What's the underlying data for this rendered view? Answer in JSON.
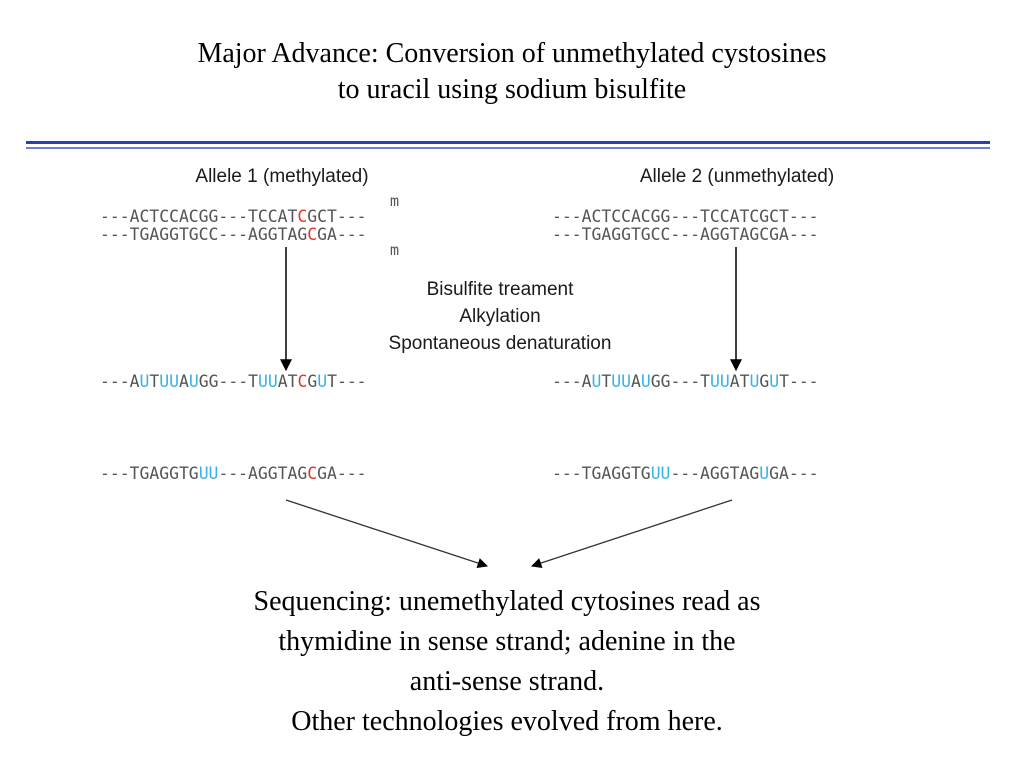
{
  "title": {
    "line1": "Major Advance:  Conversion of unmethylated cystosines",
    "line2": "to uracil using sodium bisulfite"
  },
  "allele1": {
    "heading": "Allele 1 (methylated)",
    "methyl_mark_top": "m",
    "methyl_mark_bottom": "m",
    "seq_top": [
      {
        "t": "---ACTCCACGG---TCCAT",
        "c": ""
      },
      {
        "t": "C",
        "c": "r"
      },
      {
        "t": "GCT---",
        "c": ""
      }
    ],
    "seq_bottom": [
      {
        "t": "---TGAGGTGCC---AGGTAG",
        "c": ""
      },
      {
        "t": "C",
        "c": "r"
      },
      {
        "t": "GA---",
        "c": ""
      }
    ],
    "conv_top": [
      {
        "t": "---A",
        "c": ""
      },
      {
        "t": "U",
        "c": "b"
      },
      {
        "t": "T",
        "c": ""
      },
      {
        "t": "UU",
        "c": "b"
      },
      {
        "t": "A",
        "c": ""
      },
      {
        "t": "U",
        "c": "b"
      },
      {
        "t": "GG---T",
        "c": ""
      },
      {
        "t": "UU",
        "c": "b"
      },
      {
        "t": "AT",
        "c": ""
      },
      {
        "t": "C",
        "c": "r"
      },
      {
        "t": "G",
        "c": ""
      },
      {
        "t": "U",
        "c": "b"
      },
      {
        "t": "T---",
        "c": ""
      }
    ],
    "conv_bottom": [
      {
        "t": "---TGAGGTG",
        "c": ""
      },
      {
        "t": "UU",
        "c": "b"
      },
      {
        "t": "---AGGTAG",
        "c": ""
      },
      {
        "t": "C",
        "c": "r"
      },
      {
        "t": "GA---",
        "c": ""
      }
    ]
  },
  "allele2": {
    "heading": "Allele 2 (unmethylated)",
    "seq_top": [
      {
        "t": "---ACTCCACGG---TCCATCGCT---",
        "c": ""
      }
    ],
    "seq_bottom": [
      {
        "t": "---TGAGGTGCC---AGGTAGCGA---",
        "c": ""
      }
    ],
    "conv_top": [
      {
        "t": "---A",
        "c": ""
      },
      {
        "t": "U",
        "c": "b"
      },
      {
        "t": "T",
        "c": ""
      },
      {
        "t": "UU",
        "c": "b"
      },
      {
        "t": "A",
        "c": ""
      },
      {
        "t": "U",
        "c": "b"
      },
      {
        "t": "GG---T",
        "c": ""
      },
      {
        "t": "UU",
        "c": "b"
      },
      {
        "t": "AT",
        "c": ""
      },
      {
        "t": "U",
        "c": "b"
      },
      {
        "t": "G",
        "c": ""
      },
      {
        "t": "U",
        "c": "b"
      },
      {
        "t": "T---",
        "c": ""
      }
    ],
    "conv_bottom": [
      {
        "t": "---TGAGGTG",
        "c": ""
      },
      {
        "t": "UU",
        "c": "b"
      },
      {
        "t": "---AGGTAG",
        "c": ""
      },
      {
        "t": "U",
        "c": "b"
      },
      {
        "t": "GA---",
        "c": ""
      }
    ]
  },
  "treatment": {
    "line1": "Bisulfite treament",
    "line2": "Alkylation",
    "line3": "Spontaneous denaturation"
  },
  "summary": {
    "line1": "Sequencing:  unemethylated cytosines read as",
    "line2": "thymidine in sense strand; adenine in the",
    "line3": "anti-sense strand.",
    "line4": "Other technologies evolved from here."
  },
  "colors": {
    "rule": "#2b3fb0",
    "methylated_c": "#e03a2e",
    "converted_u": "#37b3e6",
    "sequence_text": "#555555"
  }
}
